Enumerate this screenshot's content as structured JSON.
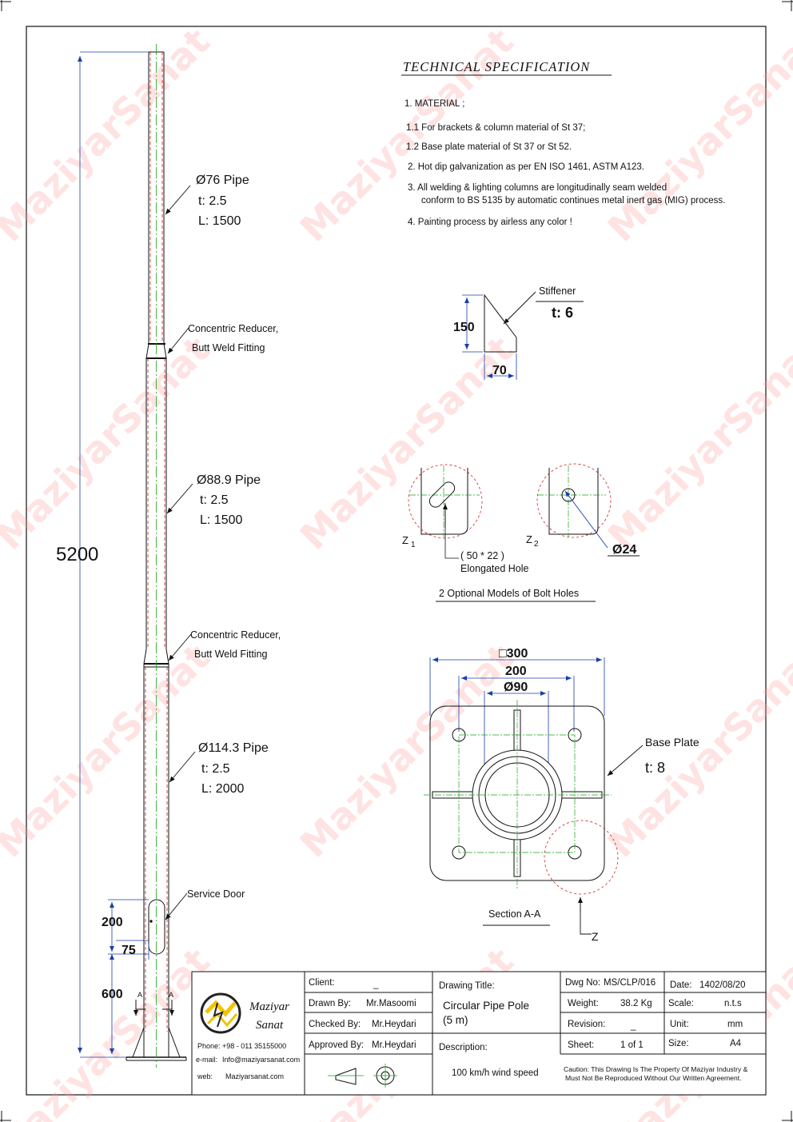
{
  "spec": {
    "title": "TECHNICAL  SPECIFICATION",
    "lines": [
      "1. MATERIAL ;",
      "1.1  For brackets & column material of St 37;",
      "1.2  Base plate material of St 37 or St 52.",
      "2.  Hot dip galvanization as per EN ISO 1461, ASTM  A123.",
      "3.  All welding & lighting columns are longitudinally seam welded",
      "conform to BS 5135 by automatic continues metal inert gas (MIG) process.",
      "4.  Painting process by airless any color !"
    ]
  },
  "pole": {
    "total_height": "5200",
    "sections": [
      {
        "pipe": "Ø76 Pipe",
        "t": "t: 2.5",
        "l": "L: 1500"
      },
      {
        "pipe": "Ø88.9 Pipe",
        "t": "t: 2.5",
        "l": "L: 1500"
      },
      {
        "pipe": "Ø114.3 Pipe",
        "t": "t: 2.5",
        "l": "L: 2000"
      }
    ],
    "reducer_1": [
      "Concentric Reducer,",
      "Butt Weld Fitting"
    ],
    "reducer_2": [
      "Concentric Reducer,",
      "Butt Weld Fitting"
    ],
    "service_door": "Service Door",
    "door_height": "200",
    "door_width": "75",
    "door_elevation": "600",
    "section_mark": "A"
  },
  "stiffener": {
    "label": "Stiffener",
    "t": "t: 6",
    "h": "150",
    "w": "70"
  },
  "bolt_holes": {
    "z1": "Z",
    "z1_sub": "1",
    "z2": "Z",
    "z2_sub": "2",
    "elongated": [
      "( 50 * 22 )",
      "Elongated Hole"
    ],
    "dia": "Ø24",
    "caption": "2 Optional Models of Bolt Holes"
  },
  "base_plate": {
    "d300": "□300",
    "d200": "200",
    "d90": "Ø90",
    "label": "Base Plate",
    "t": "t: 8",
    "section": "Section A-A",
    "z": "Z"
  },
  "watermark": "MaziyarSanat",
  "title_block": {
    "company_1": "Maziyar",
    "company_2": "Sanat",
    "phone": "Phone: +98 - 011 35155000",
    "email_label": "e-mail:",
    "email": "Info@maziyarsanat.com",
    "web_label": "web:",
    "web": "Maziyarsanat.com",
    "client_label": "Client:",
    "client": "_",
    "drawn_label": "Drawn By:",
    "drawn": "Mr.Masoomi",
    "checked_label": "Checked By:",
    "checked": "Mr.Heydari",
    "approved_label": "Approved By:",
    "approved": "Mr.Heydari",
    "drawing_title_label": "Drawing Title:",
    "drawing_title_1": "Circular Pipe Pole",
    "drawing_title_2": "(5 m)",
    "description_label": "Description:",
    "description": "100 km/h wind speed",
    "dwg_label": "Dwg No:",
    "dwg": "MS/CLP/016",
    "date_label": "Date:",
    "date": "1402/08/20",
    "weight_label": "Weight:",
    "weight": "38.2 Kg",
    "scale_label": "Scale:",
    "scale": "n.t.s",
    "revision_label": "Revision:",
    "revision": "_",
    "unit_label": "Unit:",
    "unit": "mm",
    "sheet_label": "Sheet:",
    "sheet": "1 of 1",
    "size_label": "Size:",
    "size": "A4",
    "caution_1": "Caution: This Drawing Is The Property Of Maziyar Industry &",
    "caution_2": "Must Not Be Reproduced Without Our Written Agreement."
  },
  "colors": {
    "line": "#111111",
    "dimension": "#1a3fa8",
    "center": "#19a319",
    "hidden": "#cc2222",
    "watermark": "#ff9a9a"
  }
}
